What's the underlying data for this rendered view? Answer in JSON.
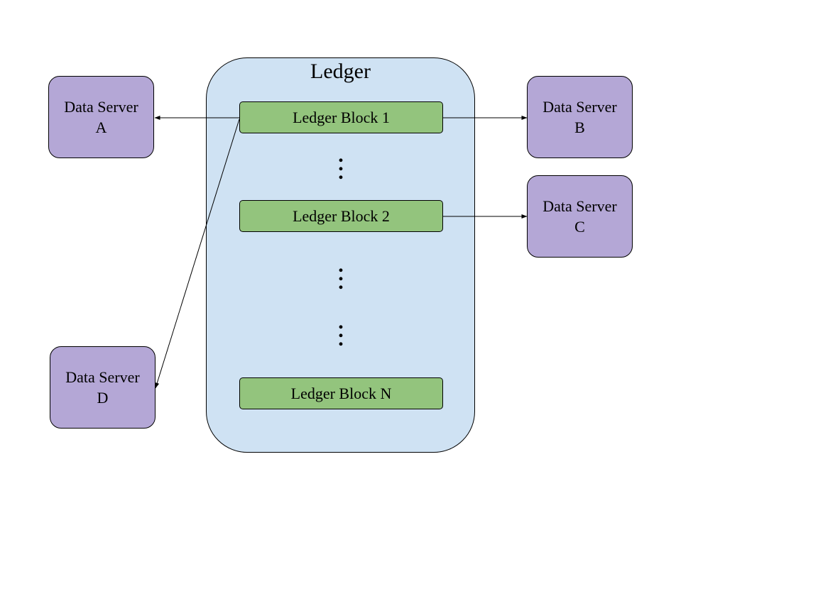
{
  "ledger": {
    "title": "Ledger",
    "blocks": [
      "Ledger Block 1",
      "Ledger Block 2",
      "Ledger Block N"
    ],
    "ellipsis": "⋮"
  },
  "servers": {
    "a": {
      "line1": "Data Server",
      "line2": "A"
    },
    "b": {
      "line1": "Data Server",
      "line2": "B"
    },
    "c": {
      "line1": "Data Server",
      "line2": "C"
    },
    "d": {
      "line1": "Data Server",
      "line2": "D"
    }
  },
  "connections": [
    {
      "from": "Ledger Block 1",
      "to": "Data Server A"
    },
    {
      "from": "Ledger Block 1",
      "to": "Data Server B"
    },
    {
      "from": "Ledger Block 2",
      "to": "Data Server C"
    },
    {
      "from": "Ledger Block 1",
      "to": "Data Server D"
    }
  ],
  "colors": {
    "ledger_fill": "#cfe2f3",
    "block_fill": "#93c47d",
    "server_fill": "#b4a7d6",
    "stroke": "#000000"
  }
}
